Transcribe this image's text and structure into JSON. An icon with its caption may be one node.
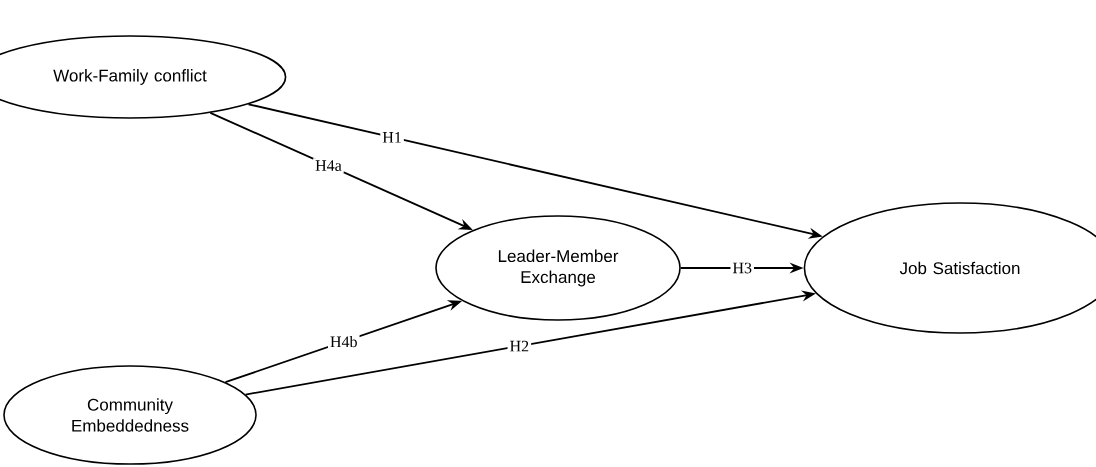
{
  "diagram": {
    "nodes": [
      {
        "text": [
          "Work-Family conflict"
        ]
      },
      {
        "text": [
          "Community Embeddedness"
        ]
      },
      {
        "text": [
          "Leader-Member Exchange"
        ]
      },
      {
        "text": [
          "Job Satisfaction"
        ]
      }
    ],
    "edges": [
      {
        "from": 0,
        "to": 3,
        "arrow": "to",
        "label": "H1"
      },
      {
        "from": 1,
        "to": 3,
        "arrow": "to",
        "label": "H2"
      },
      {
        "from": 2,
        "to": 3,
        "arrow": "to",
        "label": "H3"
      },
      {
        "from": 0,
        "to": 2,
        "arrow": "to",
        "label": "H4a"
      },
      {
        "from": 1,
        "to": 2,
        "arrow": "to",
        "label": "H4b"
      }
    ]
  }
}
